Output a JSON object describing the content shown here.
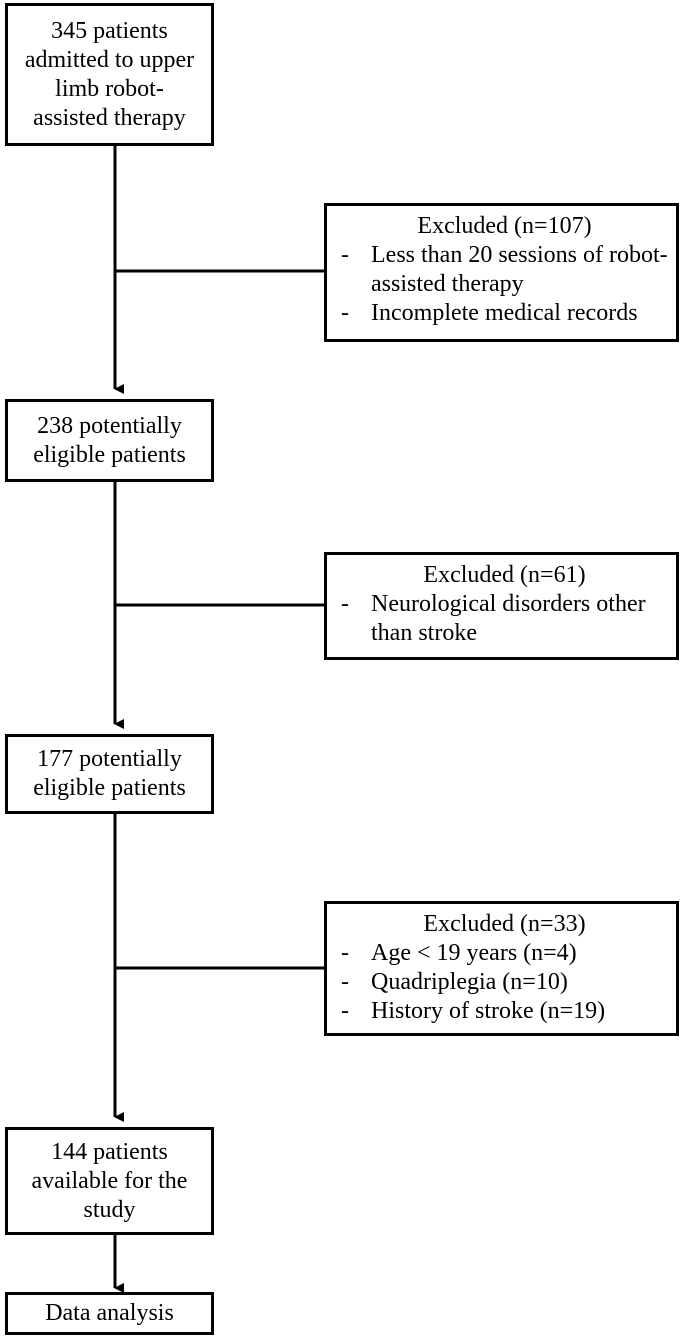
{
  "nodes": {
    "admitted": {
      "text": "345 patients\nadmitted to upper\nlimb robot-\nassisted therapy"
    },
    "eligible1": {
      "text": "238 potentially\neligible patients"
    },
    "eligible2": {
      "text": "177 potentially\neligible patients"
    },
    "available": {
      "text": "144 patients\navailable for the\nstudy"
    },
    "analysis": {
      "text": "Data analysis"
    }
  },
  "exclusions": [
    {
      "title": "Excluded (n=107)",
      "items": [
        "Less than 20 sessions of robot-assisted therapy",
        "Incomplete medical records"
      ]
    },
    {
      "title": "Excluded (n=61)",
      "items": [
        "Neurological disorders other than stroke"
      ]
    },
    {
      "title": "Excluded (n=33)",
      "items": [
        "Age < 19 years (n=4)",
        "Quadriplegia (n=10)",
        "History of stroke (n=19)"
      ]
    }
  ],
  "dash": "-"
}
